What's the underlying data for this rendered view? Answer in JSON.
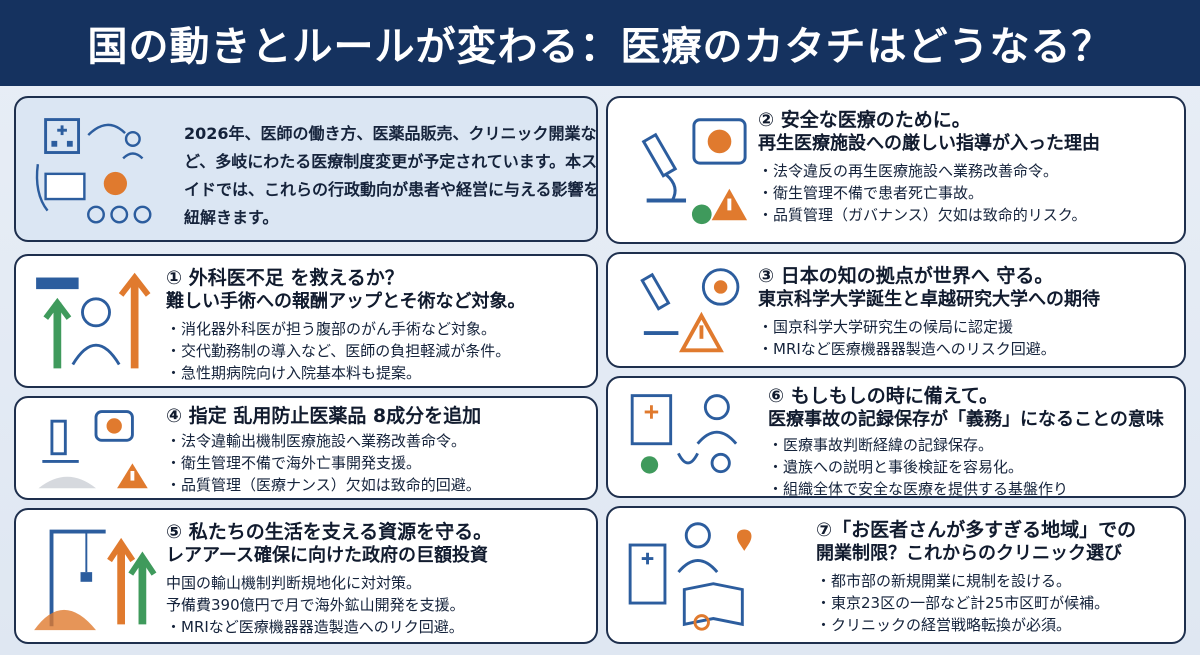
{
  "header": {
    "title": "国の動きとルールが変わる：医療のカタチはどうなる？"
  },
  "intro": {
    "text": "2026年、医師の働き方、医薬品販売、クリニック開業など、多岐にわたる医療制度変更が予定されています。本スイドでは、これらの行政動向が患者や経営に与える影響を紐解きます。",
    "icon": "hospital-network-icon"
  },
  "cards": {
    "c1": {
      "title": "① 外科医不足 を救えるか？",
      "subtitle": "難しい手術への報酬アップとそ術など対象。",
      "bullets": [
        "・消化器外科医が担う腹部のがん手術など対象。",
        "・交代勤務制の導入など、医師の負担軽減が条件。",
        "・急性期病院向け入院基本料も提案。"
      ],
      "icon": "surgeon-icon"
    },
    "c2": {
      "title": "② 安全な医療のために。",
      "subtitle": "再生医療施設への厳しい指導が入った理由",
      "bullets": [
        "・法令違反の再生医療施設へ業務改善命令。",
        "・衛生管理不備で患者死亡事故。",
        "・品質管理（ガバナンス）欠如は致命的リスク。"
      ],
      "icon": "microscope-icon"
    },
    "c3": {
      "title": "③ 日本の知の拠点が世界へ 守る。",
      "subtitle": "東京科学大学誕生と卓越研究大学への期待",
      "bullets": [
        "・国京科学大学研究生の候局に認定援",
        "・MRIなど医療機器器製造へのリスク回避。"
      ],
      "icon": "lab-warning-icon"
    },
    "c4": {
      "title": "④ 指定 乱用防止医薬品 8成分を追加",
      "bullets": [
        "・法令違輸出機制医療施設へ業務改善命令。",
        "・衛生管理不備で海外亡事開発支援。",
        "・品質管理（医療ナンス）欠如は致命的回避。"
      ],
      "icon": "medicine-warning-icon"
    },
    "c5": {
      "title": "⑤ 私たちの生活を支える資源を守る。",
      "subtitle": "レアアース確保に向けた政府の巨額投資",
      "bullets": [
        "中国の輸山機制判断規地化に対対策。",
        "予備費390億円で月で海外鉱山開発を支援。",
        "・MRIなど医療機器器造製造へのリク回避。"
      ],
      "icon": "mining-crane-icon"
    },
    "c6": {
      "title": "⑥ もしもしの時に備えて。",
      "subtitle": "医療事故の記録保存が「義務」になることの意味",
      "bullets": [
        "・医療事故判断経緯の記録保存。",
        "・遺族への説明と事後検証を容易化。",
        "・組織全体で安全な医療を提供する基盤作り"
      ],
      "icon": "medical-record-icon"
    },
    "c7": {
      "title": "⑦「お医者さんが多すぎる地域」での",
      "subtitle": "開業制限？これからのクリニック選び",
      "bullets": [
        "・都市部の新規開業に規制を設ける。",
        "・東京23区の一部など計25市区町が候補。",
        "・クリニックの経営戦略転換が必須。"
      ],
      "icon": "clinic-map-icon"
    }
  },
  "colors": {
    "header_bg": "#15325f",
    "accent_orange": "#e07a2e",
    "accent_green": "#3f9a5c",
    "accent_blue": "#2c5d9e"
  }
}
